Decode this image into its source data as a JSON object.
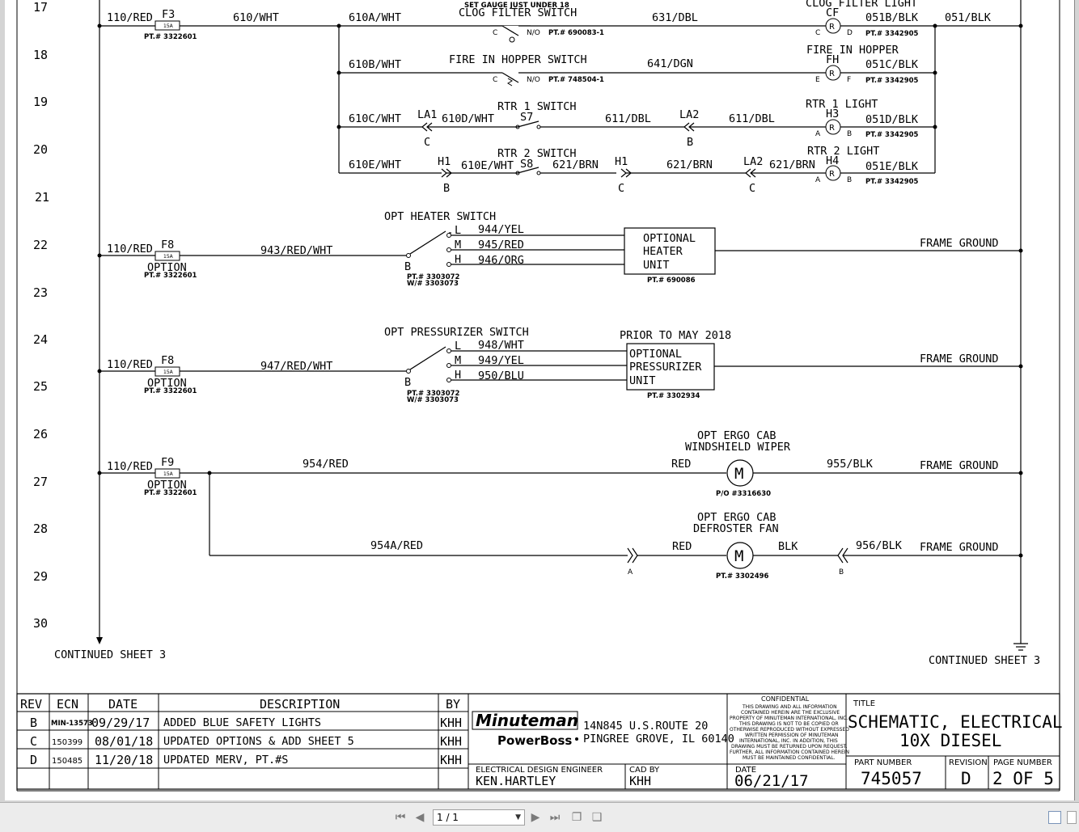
{
  "document": {
    "row_numbers": [
      "17",
      "18",
      "19",
      "20",
      "21",
      "22",
      "23",
      "24",
      "25",
      "26",
      "27",
      "28",
      "29",
      "30"
    ],
    "continued_left": "CONTINUED SHEET 3",
    "continued_right": "CONTINUED SHEET 3",
    "row17": {
      "w1": "110/RED",
      "fuse": "F3",
      "fuse_rating": "15A",
      "fuse_pt": "PT.# 3322601",
      "w2": "610/WHT",
      "w3": "610A/WHT",
      "note": "SET GAUGE JUST UNDER 18",
      "switch": "CLOG FILTER SWITCH",
      "c": "C",
      "no": "N/O",
      "pt": "PT.# 690083-1",
      "w4": "631/DBL",
      "light": "CLOG FILTER LIGHT",
      "lamp": "CF",
      "lc": "C",
      "ld": "D",
      "w5": "051B/BLK",
      "lamp_pt": "PT.# 3342905",
      "w6": "051/BLK"
    },
    "row18": {
      "w1": "610B/WHT",
      "switch": "FIRE IN HOPPER SWITCH",
      "c": "C",
      "no": "N/O",
      "pt": "PT.# 748504-1",
      "w2": "641/DGN",
      "light": "FIRE IN HOPPER",
      "lamp": "FH",
      "le": "E",
      "lf": "F",
      "w3": "051C/BLK",
      "lamp_pt": "PT.# 3342905"
    },
    "row19": {
      "w1": "610C/WHT",
      "la1": "LA1",
      "la1c": "C",
      "w2": "610D/WHT",
      "switch": "RTR 1 SWITCH",
      "s": "S7",
      "w3": "611/DBL",
      "la2": "LA2",
      "la2b": "B",
      "w4": "611/DBL",
      "light": "RTR 1 LIGHT",
      "lamp": "H3",
      "la": "A",
      "lb": "B",
      "w5": "051D/BLK",
      "lamp_pt": "PT.# 3342905"
    },
    "row20": {
      "w1": "610E/WHT",
      "h1": "H1",
      "h1b": "B",
      "w2": "610E/WHT",
      "switch": "RTR 2 SWITCH",
      "s": "S8",
      "w3": "621/BRN",
      "h1b2": "H1",
      "h1c": "C",
      "w4": "621/BRN",
      "la2": "LA2",
      "la2c": "C",
      "w5": "621/BRN",
      "light": "RTR 2 LIGHT",
      "lamp": "H4",
      "la": "A",
      "lb": "B",
      "w6": "051E/BLK",
      "lamp_pt": "PT.# 3342905"
    },
    "heater": {
      "title": "OPT HEATER SWITCH",
      "w1": "110/RED",
      "fuse": "F8",
      "fuse_rating": "15A",
      "option": "OPTION",
      "fuse_pt": "PT.# 3322601",
      "w2": "943/RED/WHT",
      "b": "B",
      "pt1": "PT.# 3303072",
      "pt2": "W/# 3303073",
      "l": "L",
      "m": "M",
      "h": "H",
      "wl": "944/YEL",
      "wm": "945/RED",
      "wh": "946/ORG",
      "box1": "OPTIONAL",
      "box2": "HEATER",
      "box3": "UNIT",
      "box_pt": "PT.# 690086",
      "ground": "FRAME GROUND"
    },
    "pressurizer": {
      "title": "OPT PRESSURIZER SWITCH",
      "w1": "110/RED",
      "fuse": "F8",
      "fuse_rating": "15A",
      "option": "OPTION",
      "fuse_pt": "PT.# 3322601",
      "w2": "947/RED/WHT",
      "b": "B",
      "pt1": "PT.# 3303072",
      "pt2": "W/# 3303073",
      "l": "L",
      "m": "M",
      "h": "H",
      "wl": "948/WHT",
      "wm": "949/YEL",
      "wh": "950/BLU",
      "prior": "PRIOR TO MAY 2018",
      "box1": "OPTIONAL",
      "box2": "PRESSURIZER",
      "box3": "UNIT",
      "box_pt": "PT.# 3302934",
      "ground": "FRAME GROUND"
    },
    "wiper": {
      "title1": "OPT ERGO CAB",
      "title2": "WINDSHIELD WIPER",
      "w1": "110/RED",
      "fuse": "F9",
      "fuse_rating": "15A",
      "option": "OPTION",
      "fuse_pt": "PT.# 3322601",
      "w2": "954/RED",
      "red": "RED",
      "motor": "M",
      "motor_pt": "P/O #3316630",
      "w3": "955/BLK",
      "ground": "FRAME GROUND"
    },
    "defroster": {
      "title1": "OPT ERGO CAB",
      "title2": "DEFROSTER FAN",
      "w1": "954A/RED",
      "a": "A",
      "red": "RED",
      "motor": "M",
      "motor_pt": "PT.# 3302496",
      "blk": "BLK",
      "b": "B",
      "w2": "956/BLK",
      "ground": "FRAME GROUND"
    },
    "title_block": {
      "headers": {
        "rev": "REV",
        "ecn": "ECN",
        "date": "DATE",
        "desc": "DESCRIPTION",
        "by": "BY"
      },
      "revisions": [
        {
          "rev": "B",
          "ecn": "MIN-13573",
          "date": "09/29/17",
          "desc": "ADDED BLUE SAFETY LIGHTS",
          "by": "KHH"
        },
        {
          "rev": "C",
          "ecn": "150399",
          "date": "08/01/18",
          "desc": "UPDATED OPTIONS & ADD SHEET 5",
          "by": "KHH"
        },
        {
          "rev": "D",
          "ecn": "150485",
          "date": "11/20/18",
          "desc": "UPDATED MERV, PT.#S",
          "by": "KHH"
        }
      ],
      "brand": "Minuteman",
      "brand2": "PowerBoss",
      "address1": "14N845 U.S.ROUTE 20",
      "address2": "PINGREE GROVE, IL 60140",
      "confidential_title": "CONFIDENTIAL",
      "confidential_lines": [
        "THIS DRAWING AND ALL INFORMATION",
        "CONTAINED HEREIN ARE THE EXCLUSIVE",
        "PROPERTY OF MINUTEMAN INTERNATIONAL, INC.",
        "THIS DRAWING IS NOT TO BE COPIED OR",
        "OTHERWISE REPRODUCED WITHOUT EXPRESSED",
        "WRITTEN PERMISSION OF MINUTEMAN",
        "INTERNATIONAL, INC. IN ADDITION, THIS",
        "DRAWING MUST BE RETURNED UPON REQUEST.",
        "FURTHER, ALL INFORMATION CONTAINED HEREIN",
        "MUST BE MAINTAINED CONFIDENTIAL."
      ],
      "title_label": "TITLE",
      "title1": "SCHEMATIC, ELECTRICAL",
      "title2": "10X DIESEL",
      "engineer_label": "ELECTRICAL DESIGN ENGINEER",
      "engineer": "KEN.HARTLEY",
      "cad_label": "CAD BY",
      "cad": "KHH",
      "date_label": "DATE",
      "date": "06/21/17",
      "part_label": "PART NUMBER",
      "part": "745057",
      "revision_label": "REVISION",
      "revision": "D",
      "page_label": "PAGE NUMBER",
      "page": "2 OF 5"
    }
  },
  "toolbar": {
    "page_value": "1 / 1"
  }
}
